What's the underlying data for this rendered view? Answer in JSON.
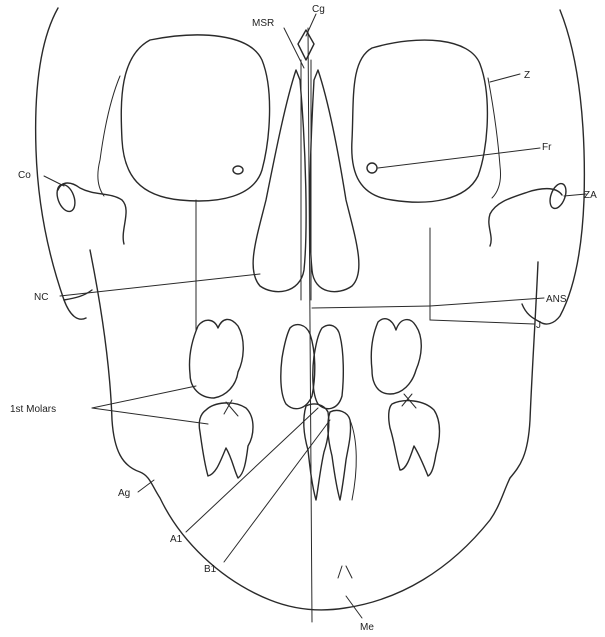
{
  "diagram": {
    "labels": {
      "msr": "MSR",
      "cg": "Cg",
      "z": "Z",
      "co": "Co",
      "fr": "Fr",
      "za": "ZA",
      "nc": "NC",
      "ans": "ANS",
      "j": "J",
      "first_molars": "1st Molars",
      "ag": "Ag",
      "a1": "A1",
      "b1": "B1",
      "me": "Me"
    }
  }
}
